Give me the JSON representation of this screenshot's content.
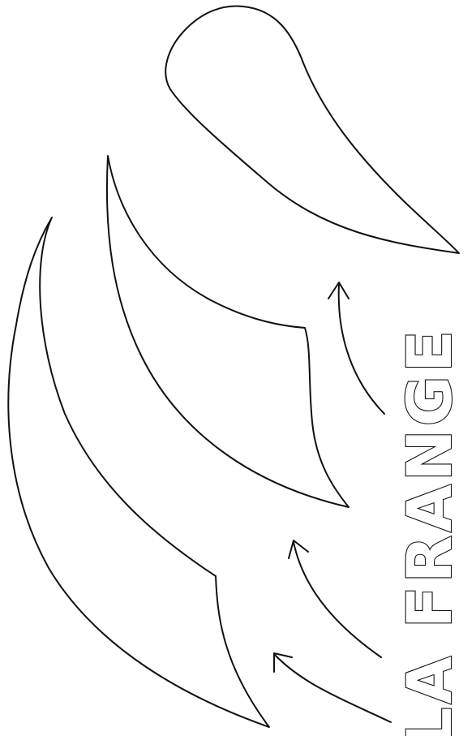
{
  "title": "LA FRANGE",
  "colors": {
    "line": "#111111",
    "background": "#ffffff"
  },
  "shapes": [
    "fringe-shape-top",
    "fringe-shape-middle",
    "fringe-shape-bottom"
  ],
  "arrows": [
    "arrow-top",
    "arrow-middle",
    "arrow-bottom"
  ]
}
